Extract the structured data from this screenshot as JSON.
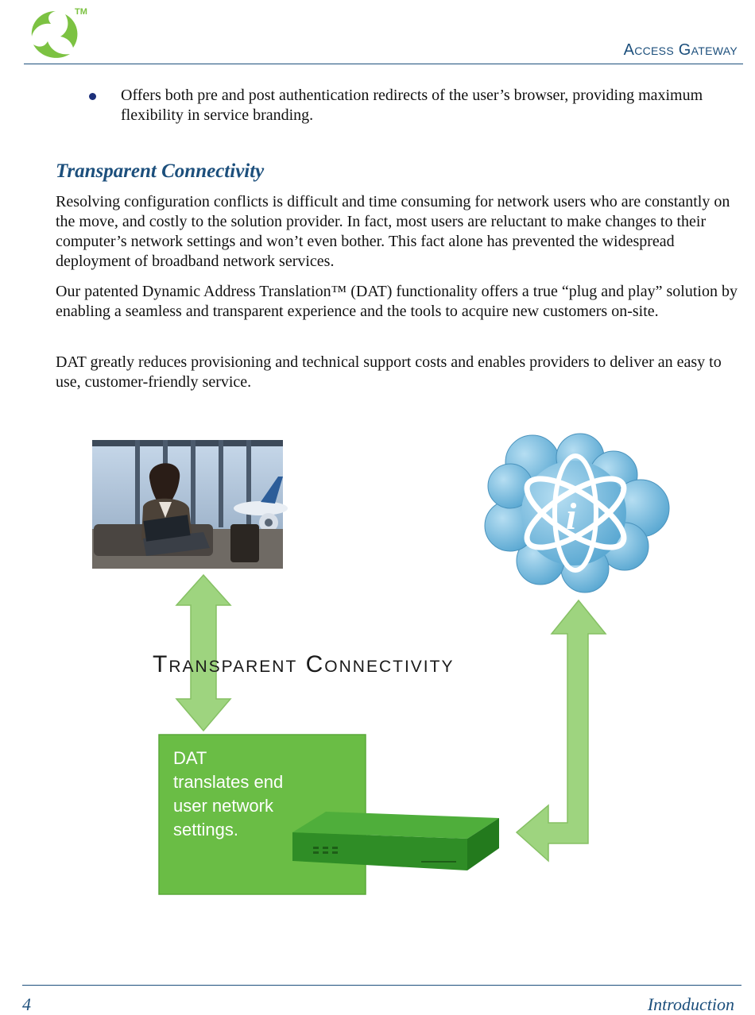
{
  "header": {
    "logo_icon": "spiral-logo-icon",
    "logo_mark": "TM",
    "title": "Access Gateway",
    "color": "#1c4f7c"
  },
  "content": {
    "bullets": [
      "Offers both pre and post authentication redirects of the user’s browser, providing maximum flexibility in service branding."
    ],
    "section_heading": "Transparent Connectivity",
    "paragraphs": [
      "Resolving configuration conflicts is difficult and time consuming for network users who are constantly on the move, and costly to the solution provider. In fact, most users are reluctant to make changes to their computer’s network settings and won’t even bother. This fact alone has prevented the widespread deployment of broadband network services.",
      "Our patented Dynamic Address Translation™ (DAT) functionality offers a true “plug and play” solution by enabling a seamless and transparent experience and the tools to acquire new customers on-site.",
      "DAT greatly reduces provisioning and technical support costs and enables providers to deliver an easy to use, customer-friendly service."
    ]
  },
  "figure": {
    "title": "Transparent Connectivity",
    "box_lines": [
      "DAT",
      "translates end",
      "user network",
      "settings."
    ],
    "box_color": "#6abd45",
    "arrow_color": "#9ed47f",
    "cloud_color": "#6fb6dc",
    "photo_icon": "traveler-laptop-photo",
    "cloud_icon": "information-cloud-icon",
    "device_icon": "gateway-device-icon"
  },
  "footer": {
    "page_number": "4",
    "section": "Introduction"
  }
}
